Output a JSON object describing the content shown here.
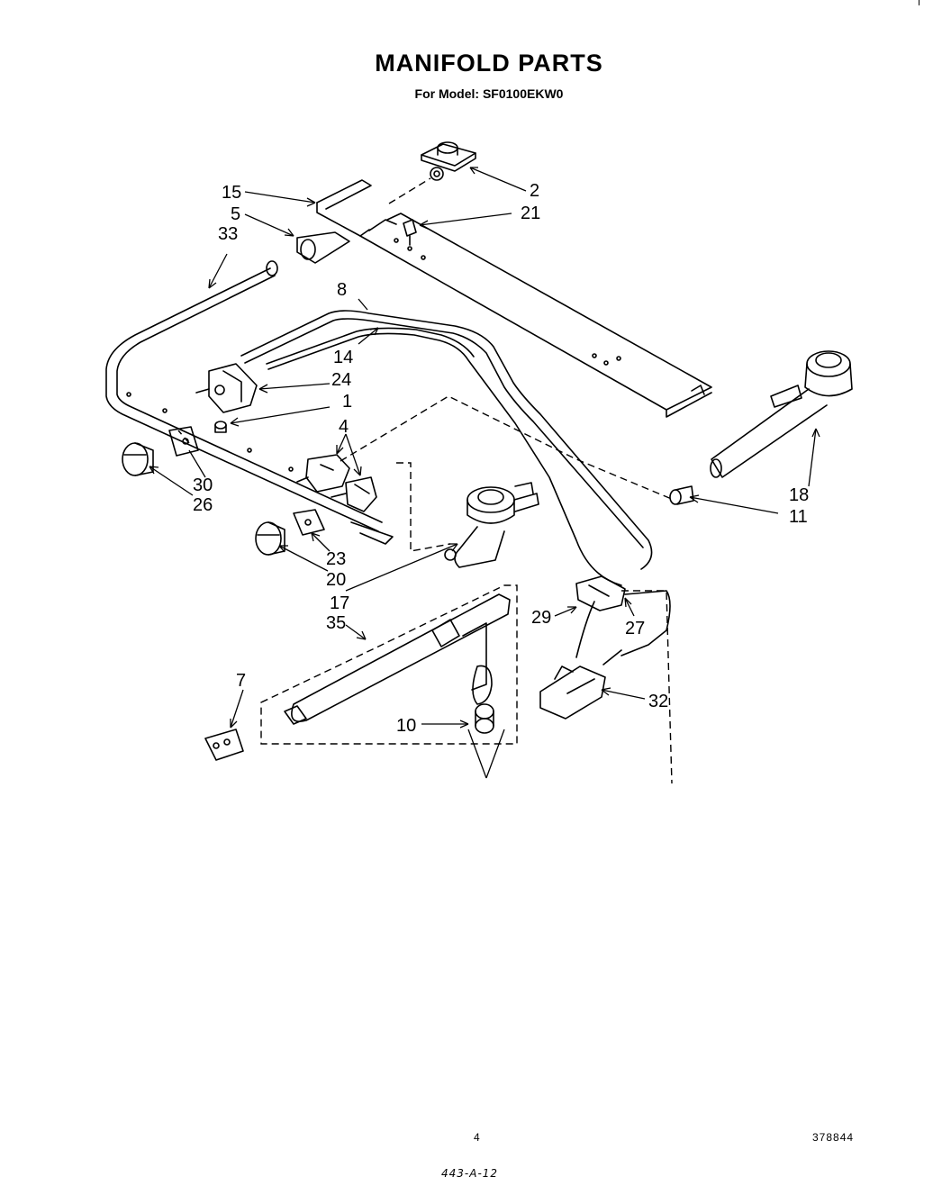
{
  "title": "MANIFOLD PARTS",
  "subtitle": "For Model: SF0100EKW0",
  "callouts": {
    "c15": "15",
    "c5": "5",
    "c33": "33",
    "c2": "2",
    "c21": "21",
    "c8": "8",
    "c14": "14",
    "c24": "24",
    "c1": "1",
    "c4": "4",
    "c30": "30",
    "c26": "26",
    "c23": "23",
    "c20": "20",
    "c17": "17",
    "c35": "35",
    "c7": "7",
    "c10": "10",
    "c18": "18",
    "c11": "11",
    "c29": "29",
    "c27": "27",
    "c32": "32"
  },
  "footer": {
    "page_number": "4",
    "doc_number": "378844",
    "handwritten_note": "443-A-12"
  }
}
